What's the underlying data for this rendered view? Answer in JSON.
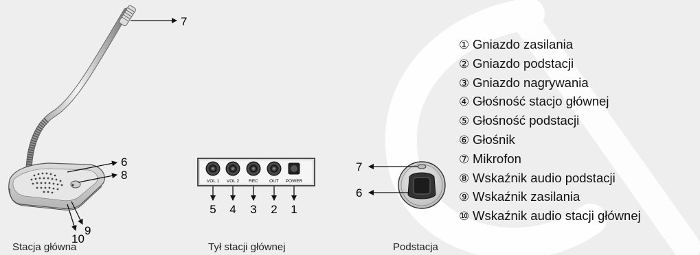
{
  "captions": {
    "main_station": "Stacja główna",
    "rear": "Tył stacji głównej",
    "substation": "Podstacja"
  },
  "main_station_callouts": {
    "c6": "6",
    "c7": "7",
    "c8": "8",
    "c9": "9",
    "c10": "10"
  },
  "rear_panel": {
    "ports": [
      {
        "label": "VOL 1",
        "number": "5"
      },
      {
        "label": "VOL 2",
        "number": "4"
      },
      {
        "label": "REC",
        "number": "3"
      },
      {
        "label": "OUT",
        "number": "2"
      },
      {
        "label": "POWER",
        "number": "1"
      }
    ]
  },
  "substation_callouts": {
    "c7": "7",
    "c6": "6"
  },
  "legend": [
    {
      "num": "①",
      "text": "Gniazdo zasilania"
    },
    {
      "num": "②",
      "text": "Gniazdo podstacji"
    },
    {
      "num": "③",
      "text": "Gniazdo nagrywania"
    },
    {
      "num": "④",
      "text": "Głośność stacjo głównej"
    },
    {
      "num": "⑤",
      "text": "Głośność podstacji"
    },
    {
      "num": "⑥",
      "text": "Głośnik"
    },
    {
      "num": "⑦",
      "text": "Mikrofon"
    },
    {
      "num": "⑧",
      "text": "Wskaźnik audio podstacji"
    },
    {
      "num": "⑨",
      "text": "Wskaźnik zasilania"
    },
    {
      "num": "⑩",
      "text": "Wskaźnik audio stacji głównej"
    }
  ],
  "colors": {
    "background": "#eeeeee",
    "watermark": "#ffffff",
    "line": "#111111"
  }
}
